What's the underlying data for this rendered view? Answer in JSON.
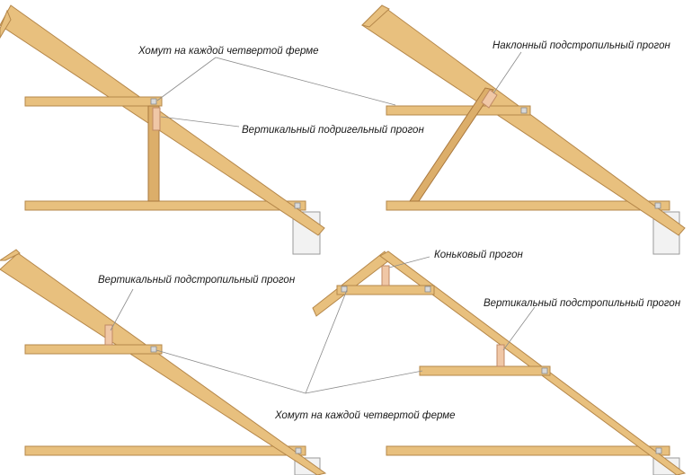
{
  "labels": {
    "clamp_top": "Хомут на каждой четвертой ферме",
    "vertical_strut_purlin": "Вертикальный подригельный прогон",
    "inclined_rafter_purlin": "Наклонный подстропильный прогон",
    "vertical_rafter_purlin_left": "Вертикальный подстропильный прогон",
    "ridge_purlin": "Коньковый прогон",
    "vertical_rafter_purlin_right": "Вертикальный подстропильный прогон",
    "clamp_bottom": "Хомут на каждой четвертой ферме"
  },
  "colors": {
    "timber": "#e8c07e",
    "timber_edge": "#b5874a",
    "post": "#f0c7a6",
    "clamp": "#d9d9d9",
    "leader": "#8c8c8c"
  },
  "icons": [
    "clamp-icon"
  ]
}
